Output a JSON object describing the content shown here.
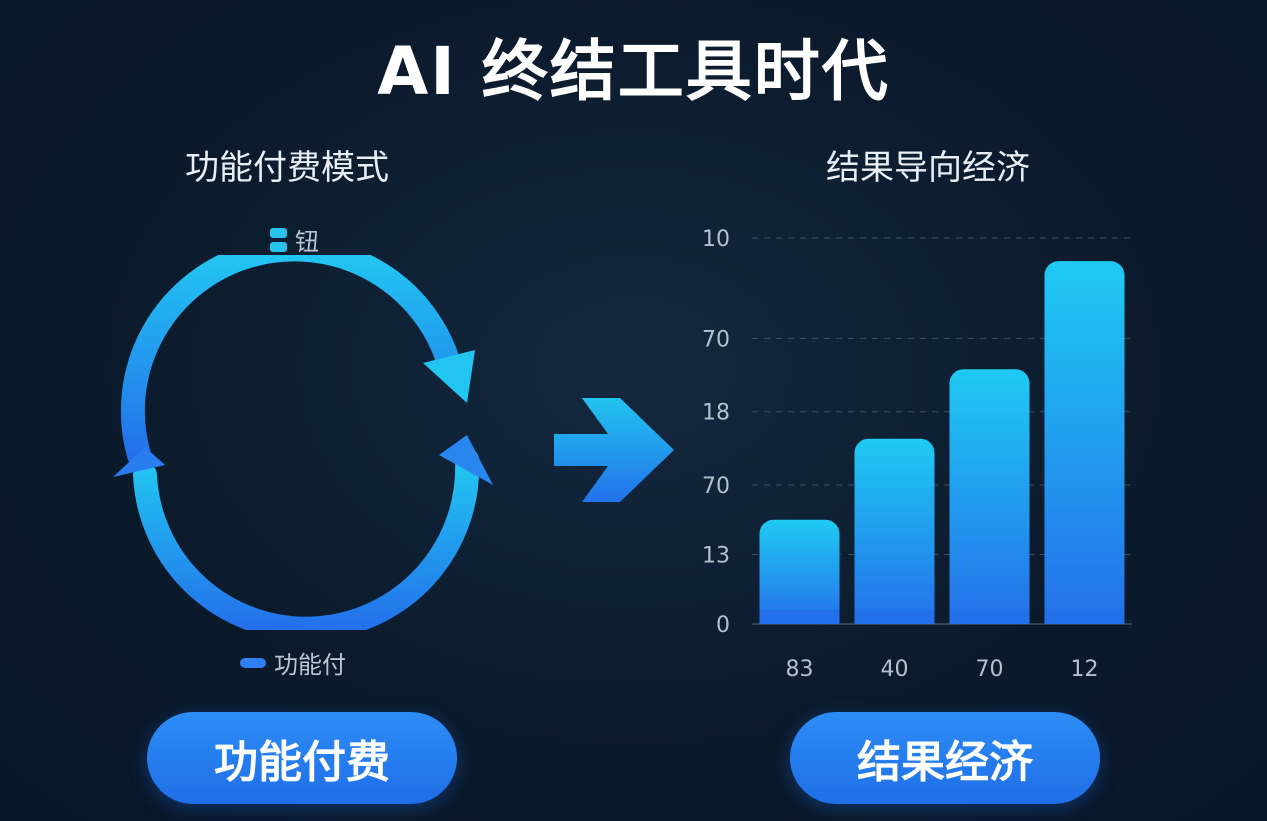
{
  "title": "AI 终结工具时代",
  "left": {
    "title": "功能付费模式",
    "legend_top": "钮",
    "legend_bottom": "功能付",
    "pill": "功能付费"
  },
  "right": {
    "title": "结果导向经济",
    "pill": "结果经济"
  },
  "colors": {
    "background": "#0c1c2e",
    "accent_cyan": "#28c4ee",
    "accent_blue": "#1f6ee6"
  },
  "icons": [
    "cycle-arrows-icon",
    "arrow-right-icon"
  ],
  "chart_data": {
    "type": "bar",
    "categories": [
      "83",
      "40",
      "70",
      "12"
    ],
    "values": [
      2.7,
      4.8,
      6.6,
      9.4
    ],
    "ylim": [
      0,
      10
    ],
    "yticks": [
      {
        "label": "10",
        "value": 10
      },
      {
        "label": "70",
        "value": 7.4
      },
      {
        "label": "18",
        "value": 5.5
      },
      {
        "label": "70",
        "value": 3.6
      },
      {
        "label": "13",
        "value": 1.8
      },
      {
        "label": "0",
        "value": 0
      }
    ],
    "grid": true
  }
}
